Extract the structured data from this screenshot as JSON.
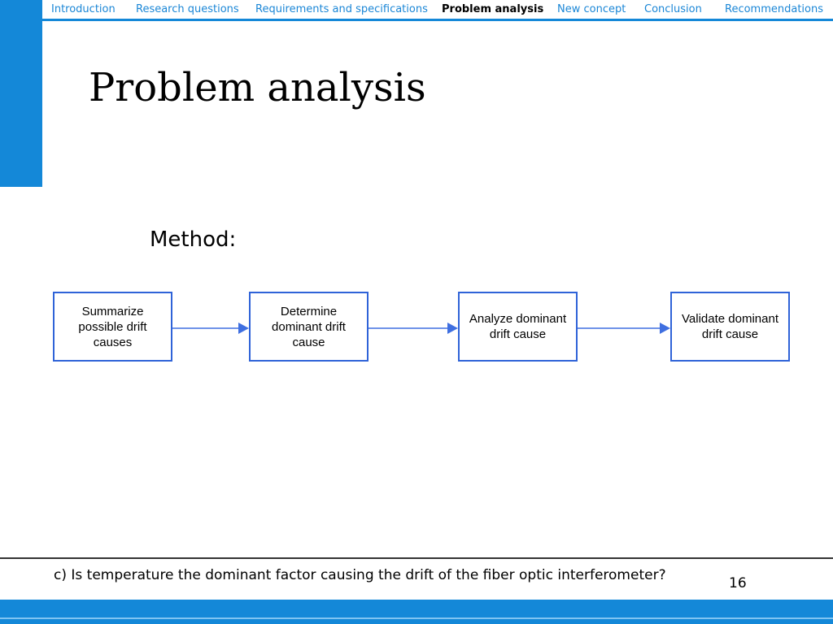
{
  "nav": {
    "items": [
      {
        "label": "Introduction",
        "active": false
      },
      {
        "label": "Research questions",
        "active": false
      },
      {
        "label": "Requirements and specifications",
        "active": false
      },
      {
        "label": "Problem analysis",
        "active": true
      },
      {
        "label": "New concept",
        "active": false
      },
      {
        "label": "Conclusion",
        "active": false
      },
      {
        "label": "Recommendations",
        "active": false
      }
    ]
  },
  "slide": {
    "title": "Problem analysis",
    "method_label": "Method:",
    "flow_steps": [
      "Summarize possible drift causes",
      "Determine dominant drift cause",
      "Analyze dominant drift cause",
      "Validate dominant drift cause"
    ]
  },
  "footer": {
    "question": "c) Is temperature the dominant factor causing the drift of the fiber optic interferometer?",
    "page_number": "16"
  },
  "colors": {
    "accent": "#1488d8",
    "nav_link": "#1a86d6",
    "box_border": "#2f63d8",
    "arrow": "#3f6fe0"
  }
}
